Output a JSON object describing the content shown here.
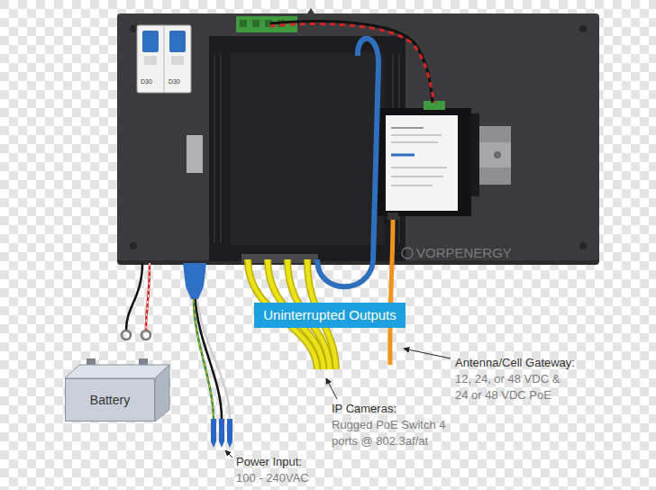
{
  "diagram": {
    "nodes": [
      {
        "text": [
          "Uninterrupted Outputs"
        ]
      },
      {
        "text": [
          "Battery"
        ]
      }
    ],
    "labels": [
      "D30",
      "D30",
      "VORPENERGY",
      "Antenna/Cell Gateway:",
      "12, 24, or 48 VDC & 24 or 48 VDC PoE",
      "IP Cameras:",
      "Rugged PoE Switch 4 ports @ 802.3af/at",
      "Power Input:",
      "100 - 240VAC"
    ]
  }
}
